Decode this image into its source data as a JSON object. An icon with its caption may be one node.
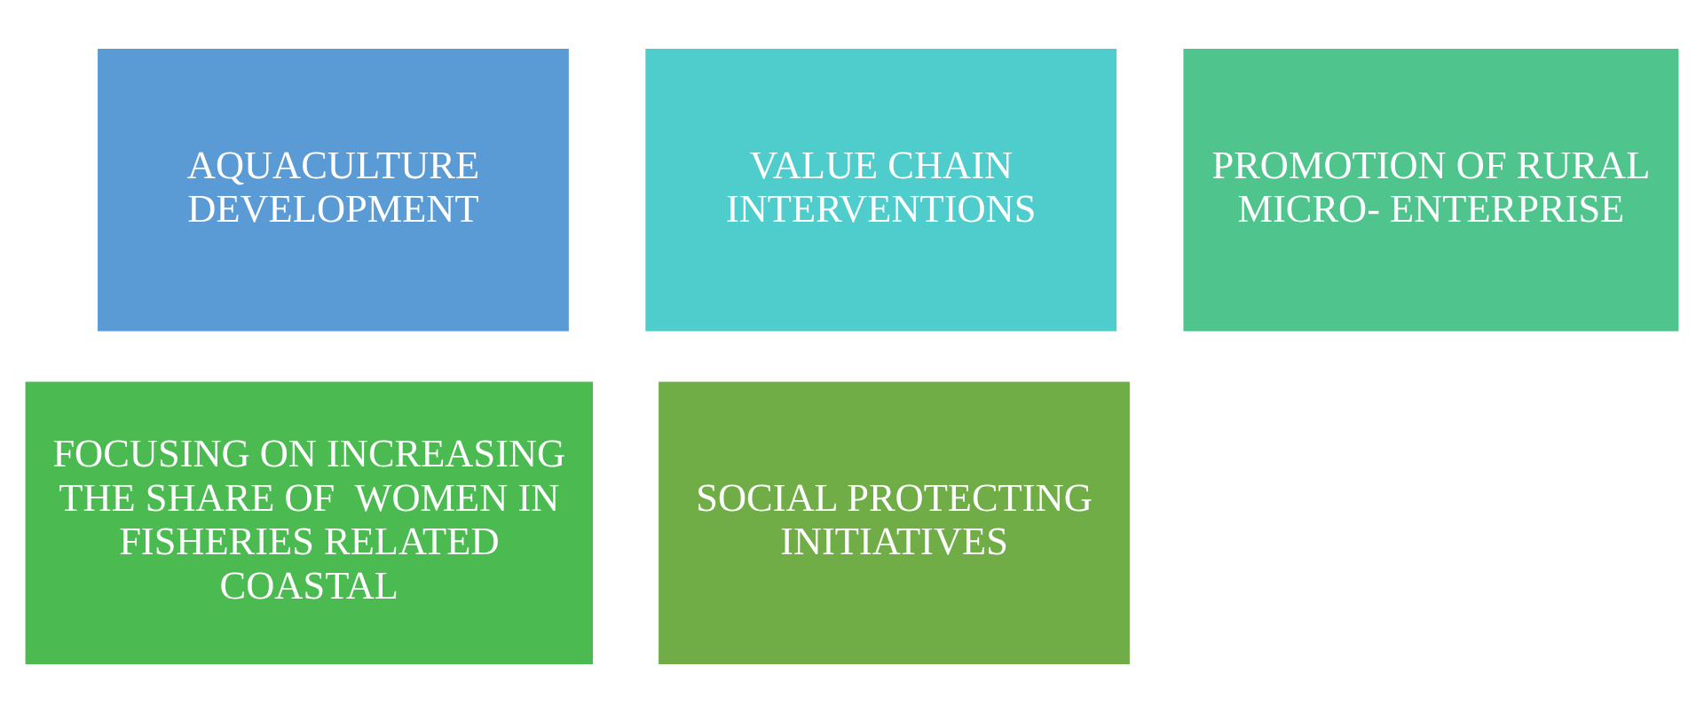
{
  "diagram": {
    "nodes": [
      {
        "text": [
          "AQUACULTURE DEVELOPMENT"
        ]
      },
      {
        "text": [
          "VALUE CHAIN INTERVENTIONS"
        ]
      },
      {
        "text": [
          "PROMOTION OF RURAL MICRO- ENTERPRISE"
        ]
      },
      {
        "text": [
          "FOCUSING ON INCREASING THE SHARE OF  WOMEN IN FISHERIES RELATED COASTAL"
        ]
      },
      {
        "text": [
          "SOCIAL PROTECTING INITIATIVES"
        ]
      }
    ],
    "edges": []
  }
}
